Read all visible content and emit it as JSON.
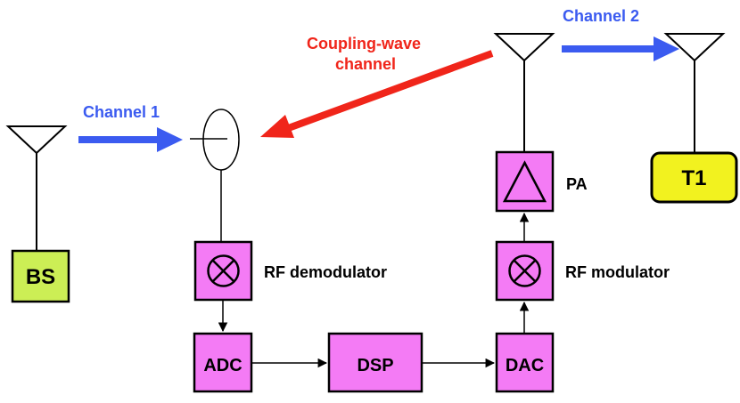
{
  "colors": {
    "block_fill": "#f47bf5",
    "bs_fill": "#ccee55",
    "t1_fill": "#f2f21f",
    "channel_arrow": "#3b5bf0",
    "coupling_arrow": "#f0251a",
    "line": "#000000"
  },
  "labels": {
    "channel1": "Channel 1",
    "channel2": "Channel 2",
    "coupling_line1": "Coupling-wave",
    "coupling_line2": "channel",
    "rf_demodulator": "RF demodulator",
    "rf_modulator": "RF modulator",
    "pa": "PA"
  },
  "blocks": {
    "bs": "BS",
    "t1": "T1",
    "adc": "ADC",
    "dsp": "DSP",
    "dac": "DAC"
  },
  "icons": {
    "antennas": [
      "antenna-icon"
    ],
    "mixers": [
      "mixer-icon"
    ],
    "amplifier": "triangle-amplifier-icon",
    "circulator": "circulator-icon"
  }
}
